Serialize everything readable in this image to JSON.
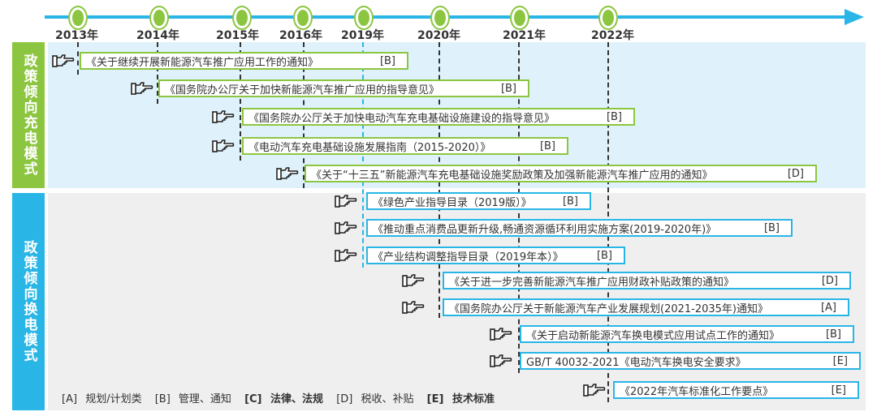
{
  "side_labels": {
    "top": "政策倾向充电模式",
    "bottom": "政策倾向换电模式"
  },
  "years": [
    "2013年",
    "2014年",
    "2015年",
    "2016年",
    "2019年",
    "2020年",
    "2021年",
    "2022年"
  ],
  "policies": [
    {
      "title": "《关于继续开展新能源汽车推广应用工作的通知》",
      "tag": "[B]",
      "group": "charging"
    },
    {
      "title": "《国务院办公厅关于加快新能源汽车推广应用的指导意见》",
      "tag": "[B]",
      "group": "charging"
    },
    {
      "title": "《国务院办公厅关于加快电动汽车充电基础设施建设的指导意见》",
      "tag": "[B]",
      "group": "charging"
    },
    {
      "title": "《电动汽车充电基础设施发展指南（2015-2020）》",
      "tag": "[B]",
      "group": "charging"
    },
    {
      "title": "《关于“十三五”新能源汽车充电基础设施奖励政策及加强新能源汽车推广应用的通知》",
      "tag": "[D]",
      "group": "charging"
    },
    {
      "title": "《绿色产业指导目录（2019版）》",
      "tag": "[B]",
      "group": "swapping"
    },
    {
      "title": "《推动重点消费品更新升级,畅通资源循环利用实施方案(2019-2020年)》",
      "tag": "[B]",
      "group": "swapping"
    },
    {
      "title": "《产业结构调整指导目录（2019年本）》",
      "tag": "[B]",
      "group": "swapping"
    },
    {
      "title": "《关于进一步完善新能源汽车推广应用财政补贴政策的通知》",
      "tag": "[D]",
      "group": "swapping"
    },
    {
      "title": "《国务院办公厅关于新能源汽车产业发展规划(2021-2035年)通知》",
      "tag": "[A]",
      "group": "swapping"
    },
    {
      "title": "《关于启动新能源汽车换电模式应用试点工作的通知》",
      "tag": "[B]",
      "group": "swapping"
    },
    {
      "title": "GB/T 40032-2021《电动汽车换电安全要求》",
      "tag": "[E]",
      "group": "swapping"
    },
    {
      "title": "《2022年汽车标准化工作要点》",
      "tag": "[E]",
      "group": "swapping"
    }
  ],
  "legend": [
    {
      "code": "[A]",
      "text": "规划/计划类"
    },
    {
      "code": "[B]",
      "text": "管理、通知"
    },
    {
      "code": "[C]",
      "text": "法律、法规"
    },
    {
      "code": "[D]",
      "text": "税收、补贴"
    },
    {
      "code": "[E]",
      "text": "技术标准"
    }
  ],
  "colors": {
    "charging": "#8cc640",
    "swapping": "#29b6e6",
    "axis": "#29b6e6"
  },
  "icons": {
    "policy_marker": "pointing-hand-icon",
    "timeline_marker": "circle-marker-icon"
  }
}
